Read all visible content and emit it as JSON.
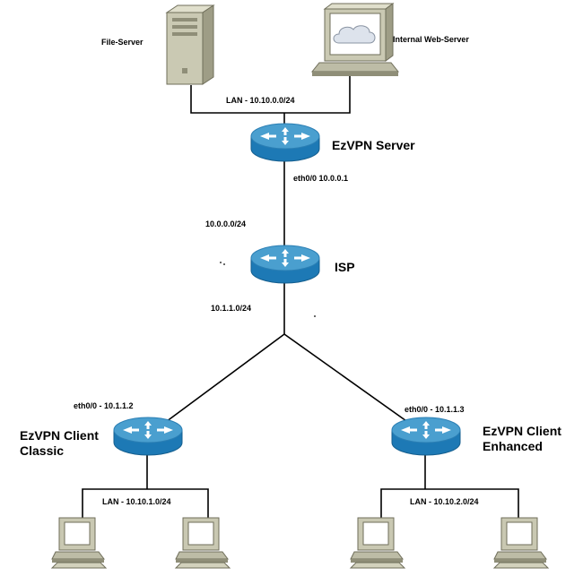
{
  "devices": {
    "file_server": {
      "label": "File-Server"
    },
    "web_server": {
      "label": "Internal Web-Server"
    },
    "ezvpn_server": {
      "label": "EzVPN Server"
    },
    "isp": {
      "label": "ISP"
    },
    "client_classic": {
      "label_line1": "EzVPN Client",
      "label_line2": "Classic"
    },
    "client_enhanced": {
      "label_line1": "EzVPN Client",
      "label_line2": "Enhanced"
    }
  },
  "networks": {
    "server_lan": "LAN - 10.10.0.0/24",
    "server_iface": "eth0/0 10.0.0.1",
    "isp_upstream": "10.0.0.0/24",
    "isp_downstream": "10.1.1.0/24",
    "classic_iface": "eth0/0 - 10.1.1.2",
    "enhanced_iface": "eth0/0 - 10.1.1.3",
    "classic_lan": "LAN - 10.10.1.0/24",
    "enhanced_lan": "LAN - 10.10.2.0/24"
  },
  "colors": {
    "router_top": "#4a9fcf",
    "router_side": "#1d79b5",
    "router_arrows": "#ffffff",
    "pc_body": "#c9c8b2",
    "pc_dark": "#8f8e78",
    "screen": "#ffffff",
    "link": "#000000"
  }
}
